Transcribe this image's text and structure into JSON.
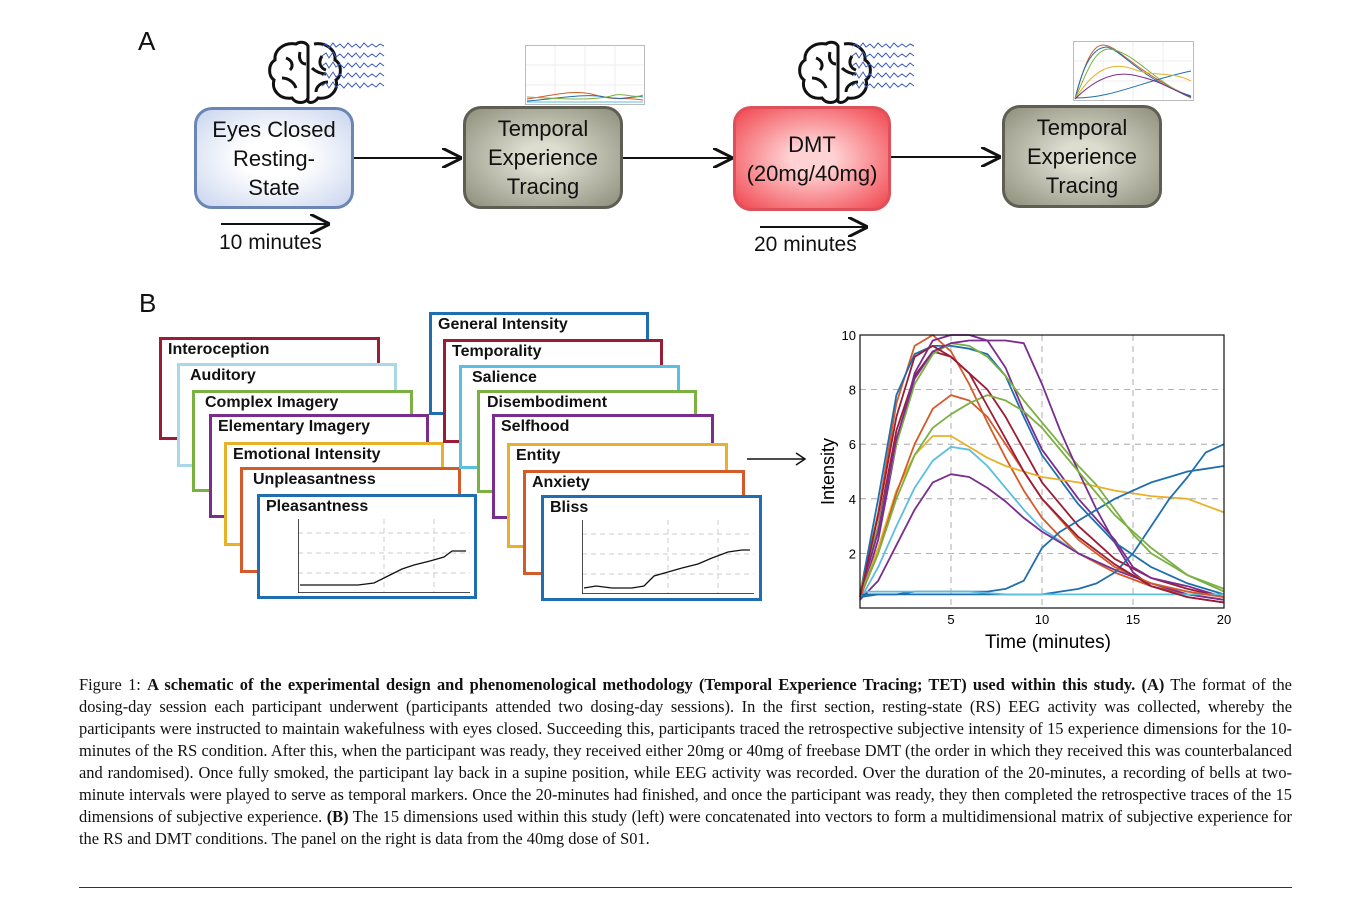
{
  "panel_a": {
    "letter": "A",
    "boxes": [
      "Eyes Closed Resting-State",
      "Temporal Experience Tracing",
      "DMT (20mg/40mg)",
      "Temporal Experience Tracing"
    ],
    "box_lines": [
      [
        "Eyes Closed",
        "Resting-",
        "State"
      ],
      [
        "Temporal",
        "Experience",
        "Tracing"
      ],
      [
        "DMT",
        "(20mg/40mg)"
      ],
      [
        "Temporal",
        "Experience",
        "Tracing"
      ]
    ],
    "durations": [
      "10 minutes",
      "20 minutes"
    ]
  },
  "panel_b": {
    "letter": "B",
    "left_stack": [
      "Interoception",
      "Auditory",
      "Complex Imagery",
      "Elementary Imagery",
      "Emotional Intensity",
      "Unpleasantness",
      "Pleasantness"
    ],
    "left_colors": [
      "#9b1c35",
      "#a9d8e8",
      "#7bb043",
      "#7b2d8e",
      "#e7b12a",
      "#d35b2a",
      "#1f6fb0"
    ],
    "right_stack": [
      "General Intensity",
      "Temporality",
      "Salience",
      "Disembodiment",
      "Selfhood",
      "Entity",
      "Anxiety",
      "Bliss"
    ],
    "right_colors": [
      "#1f6fb0",
      "#9b1c35",
      "#5bbfdf",
      "#7bb043",
      "#7b2d8e",
      "#e7b12a",
      "#d35b2a",
      "#1f6fb0"
    ]
  },
  "chart_data": {
    "type": "line",
    "xlabel": "Time (minutes)",
    "ylabel": "Intensity",
    "xlim": [
      0,
      20
    ],
    "ylim": [
      0,
      10
    ],
    "xticks": [
      5,
      10,
      15,
      20
    ],
    "yticks": [
      2,
      4,
      6,
      8,
      10
    ],
    "grid": true,
    "series": [
      {
        "color": "#d35b2a",
        "x": [
          0,
          1,
          2,
          3,
          4,
          5,
          6,
          7,
          8,
          9,
          10,
          11,
          12,
          14,
          16,
          18,
          20
        ],
        "y": [
          0.5,
          3.5,
          7.5,
          9.6,
          10,
          9.4,
          8.2,
          6.8,
          5.5,
          4.3,
          3.3,
          2.6,
          2,
          1.3,
          0.8,
          0.5,
          0.3
        ]
      },
      {
        "color": "#9b1c35",
        "x": [
          0,
          1,
          2,
          3,
          4,
          5,
          6,
          7,
          8,
          9,
          10,
          12,
          14,
          16,
          18,
          20
        ],
        "y": [
          0.4,
          3,
          6.5,
          8.5,
          9.4,
          9.2,
          8.6,
          8,
          7,
          5.8,
          4.6,
          3,
          1.8,
          1.1,
          0.7,
          0.4
        ]
      },
      {
        "color": "#7b2d8e",
        "x": [
          0,
          1,
          2,
          3,
          4,
          5,
          6,
          7,
          8,
          9,
          10,
          12,
          14,
          15,
          16,
          18,
          20
        ],
        "y": [
          0.3,
          2.5,
          6,
          8.6,
          9.8,
          10,
          10,
          9.8,
          8.8,
          7.2,
          5.8,
          4,
          2.5,
          1.5,
          1.1,
          0.8,
          0.4
        ]
      },
      {
        "color": "#1f6fb0",
        "x": [
          0,
          1,
          2,
          3,
          4,
          5,
          6,
          7,
          8,
          9,
          10,
          12,
          14,
          16,
          18,
          20
        ],
        "y": [
          0.5,
          4,
          7.8,
          9.3,
          9.6,
          9.6,
          9.5,
          9.3,
          8.5,
          7,
          5.6,
          3.8,
          2.4,
          1.5,
          0.9,
          0.5
        ]
      },
      {
        "color": "#7bb043",
        "x": [
          0,
          1,
          2,
          3,
          4,
          5,
          6,
          7,
          8,
          9,
          10,
          11,
          12,
          13,
          14,
          15,
          16,
          18,
          20
        ],
        "y": [
          0.6,
          3,
          6,
          8.2,
          9.3,
          9.7,
          9.6,
          9.2,
          8.5,
          7.6,
          6.8,
          6,
          5.2,
          4.5,
          3.6,
          2.7,
          2,
          1.2,
          0.6
        ]
      },
      {
        "color": "#e7b12a",
        "x": [
          0,
          1,
          2,
          3,
          4,
          5,
          6,
          7,
          8,
          9,
          10,
          12,
          14,
          16,
          18,
          20
        ],
        "y": [
          0.4,
          2.2,
          4.3,
          5.6,
          6.3,
          6.3,
          5.9,
          5.5,
          5.2,
          5,
          4.8,
          4.6,
          4.3,
          4.1,
          4,
          3.5
        ]
      },
      {
        "color": "#5bbfdf",
        "x": [
          0,
          1,
          2,
          3,
          4,
          5,
          6,
          7,
          8,
          9,
          10,
          12,
          14,
          16,
          18,
          20
        ],
        "y": [
          0.3,
          1.5,
          3,
          4.4,
          5.4,
          5.9,
          5.8,
          5.2,
          4.4,
          3.6,
          2.9,
          2,
          1.4,
          0.9,
          0.6,
          0.4
        ]
      },
      {
        "color": "#7b2d8e",
        "x": [
          0,
          1,
          2,
          3,
          4,
          5,
          6,
          7,
          8,
          9,
          10,
          12,
          14,
          16,
          18,
          20
        ],
        "y": [
          0.3,
          1,
          2.3,
          3.6,
          4.6,
          4.9,
          4.8,
          4.4,
          3.9,
          3.3,
          2.8,
          2,
          1.4,
          0.9,
          0.5,
          0.3
        ]
      },
      {
        "color": "#7b2d8e",
        "x": [
          0,
          1,
          2,
          3,
          4,
          5,
          6,
          7,
          8,
          9,
          10,
          11,
          12,
          13,
          14,
          15,
          16,
          18,
          20
        ],
        "y": [
          0.5,
          2.8,
          6.2,
          8.4,
          9.4,
          9.7,
          9.8,
          9.8,
          9.8,
          9.7,
          8.2,
          6.5,
          5,
          3.6,
          2.4,
          1.3,
          0.8,
          0.4,
          0.2
        ]
      },
      {
        "color": "#1f6fb0",
        "x": [
          0,
          1,
          2,
          3,
          4,
          5,
          6,
          7,
          8,
          9,
          10,
          11,
          12,
          13,
          14,
          15,
          16,
          17,
          18,
          19,
          20
        ],
        "y": [
          0.4,
          0.5,
          0.5,
          0.6,
          0.6,
          0.6,
          0.6,
          0.6,
          0.7,
          1,
          2.2,
          2.8,
          3.2,
          3.6,
          4,
          4.3,
          4.6,
          4.8,
          5,
          5.1,
          5.2
        ]
      },
      {
        "color": "#1f6fb0",
        "x": [
          0,
          1,
          2,
          3,
          4,
          5,
          6,
          7,
          8,
          9,
          10,
          11,
          12,
          13,
          14,
          15,
          16,
          17,
          18,
          19,
          20
        ],
        "y": [
          0.5,
          0.5,
          0.5,
          0.5,
          0.5,
          0.5,
          0.5,
          0.5,
          0.5,
          0.5,
          0.5,
          0.6,
          0.7,
          0.9,
          1.3,
          2,
          3,
          4,
          4.8,
          5.7,
          6
        ]
      },
      {
        "color": "#5bbfdf",
        "x": [
          0,
          2,
          4,
          6,
          8,
          10,
          12,
          14,
          16,
          18,
          20
        ],
        "y": [
          0.6,
          0.6,
          0.6,
          0.6,
          0.5,
          0.5,
          0.5,
          0.5,
          0.5,
          0.5,
          0.5
        ]
      },
      {
        "color": "#d35b2a",
        "x": [
          0,
          1,
          2,
          3,
          4,
          5,
          6,
          7,
          8,
          9,
          10,
          12,
          14,
          16,
          18,
          20
        ],
        "y": [
          0.4,
          2,
          4.2,
          6,
          7.3,
          7.8,
          7.6,
          7,
          6,
          5,
          4,
          2.5,
          1.5,
          0.9,
          0.6,
          0.4
        ]
      },
      {
        "color": "#7bb043",
        "x": [
          0,
          1,
          2,
          3,
          4,
          5,
          6,
          7,
          8,
          9,
          10,
          12,
          14,
          16,
          18,
          20
        ],
        "y": [
          0.5,
          2,
          4,
          5.6,
          6.6,
          7.1,
          7.5,
          7.8,
          7.6,
          7.2,
          6.6,
          5,
          3.4,
          2.2,
          1.2,
          0.7
        ]
      },
      {
        "color": "#9b1c35",
        "x": [
          0,
          1,
          2,
          3,
          4,
          5,
          6,
          7,
          8,
          9,
          10,
          12,
          14,
          16,
          18,
          20
        ],
        "y": [
          0.4,
          3.4,
          7,
          9.2,
          9.6,
          9.2,
          8.6,
          7.4,
          6.2,
          5,
          4,
          2.6,
          1.6,
          0.8,
          0.4,
          0.2
        ]
      }
    ]
  },
  "caption": {
    "prefix": "Figure 1: ",
    "title": "A schematic of the experimental design and phenomenological methodology (Temporal Experience Tracing; TET) used within this study.",
    "label_a": "(A)",
    "text_a": "The format of the dosing-day session each participant underwent (participants attended two dosing-day sessions). In the first section, resting-state (RS) EEG activity was collected, whereby the participants were instructed to maintain wakefulness with eyes closed. Succeeding this, participants traced the retrospective subjective intensity of 15 experience dimensions for the 10-minutes of the RS condition. After this, when the participant was ready, they received either 20mg or 40mg of freebase DMT (the order in which they received this was counterbalanced and randomised). Once fully smoked, the participant lay back in a supine position, while EEG activity was recorded. Over the duration of the 20-minutes, a recording of bells at two-minute intervals were played to serve as temporal markers. Once the 20-minutes had finished, and once the participant was ready, they then completed the retrospective traces of the 15 dimensions of subjective experience.",
    "label_b": "(B)",
    "text_b": "The 15 dimensions used within this study (left) were concatenated into vectors to form a multidimensional matrix of subjective experience for the RS and DMT conditions. The panel on the right is data from the 40mg dose of S01."
  }
}
